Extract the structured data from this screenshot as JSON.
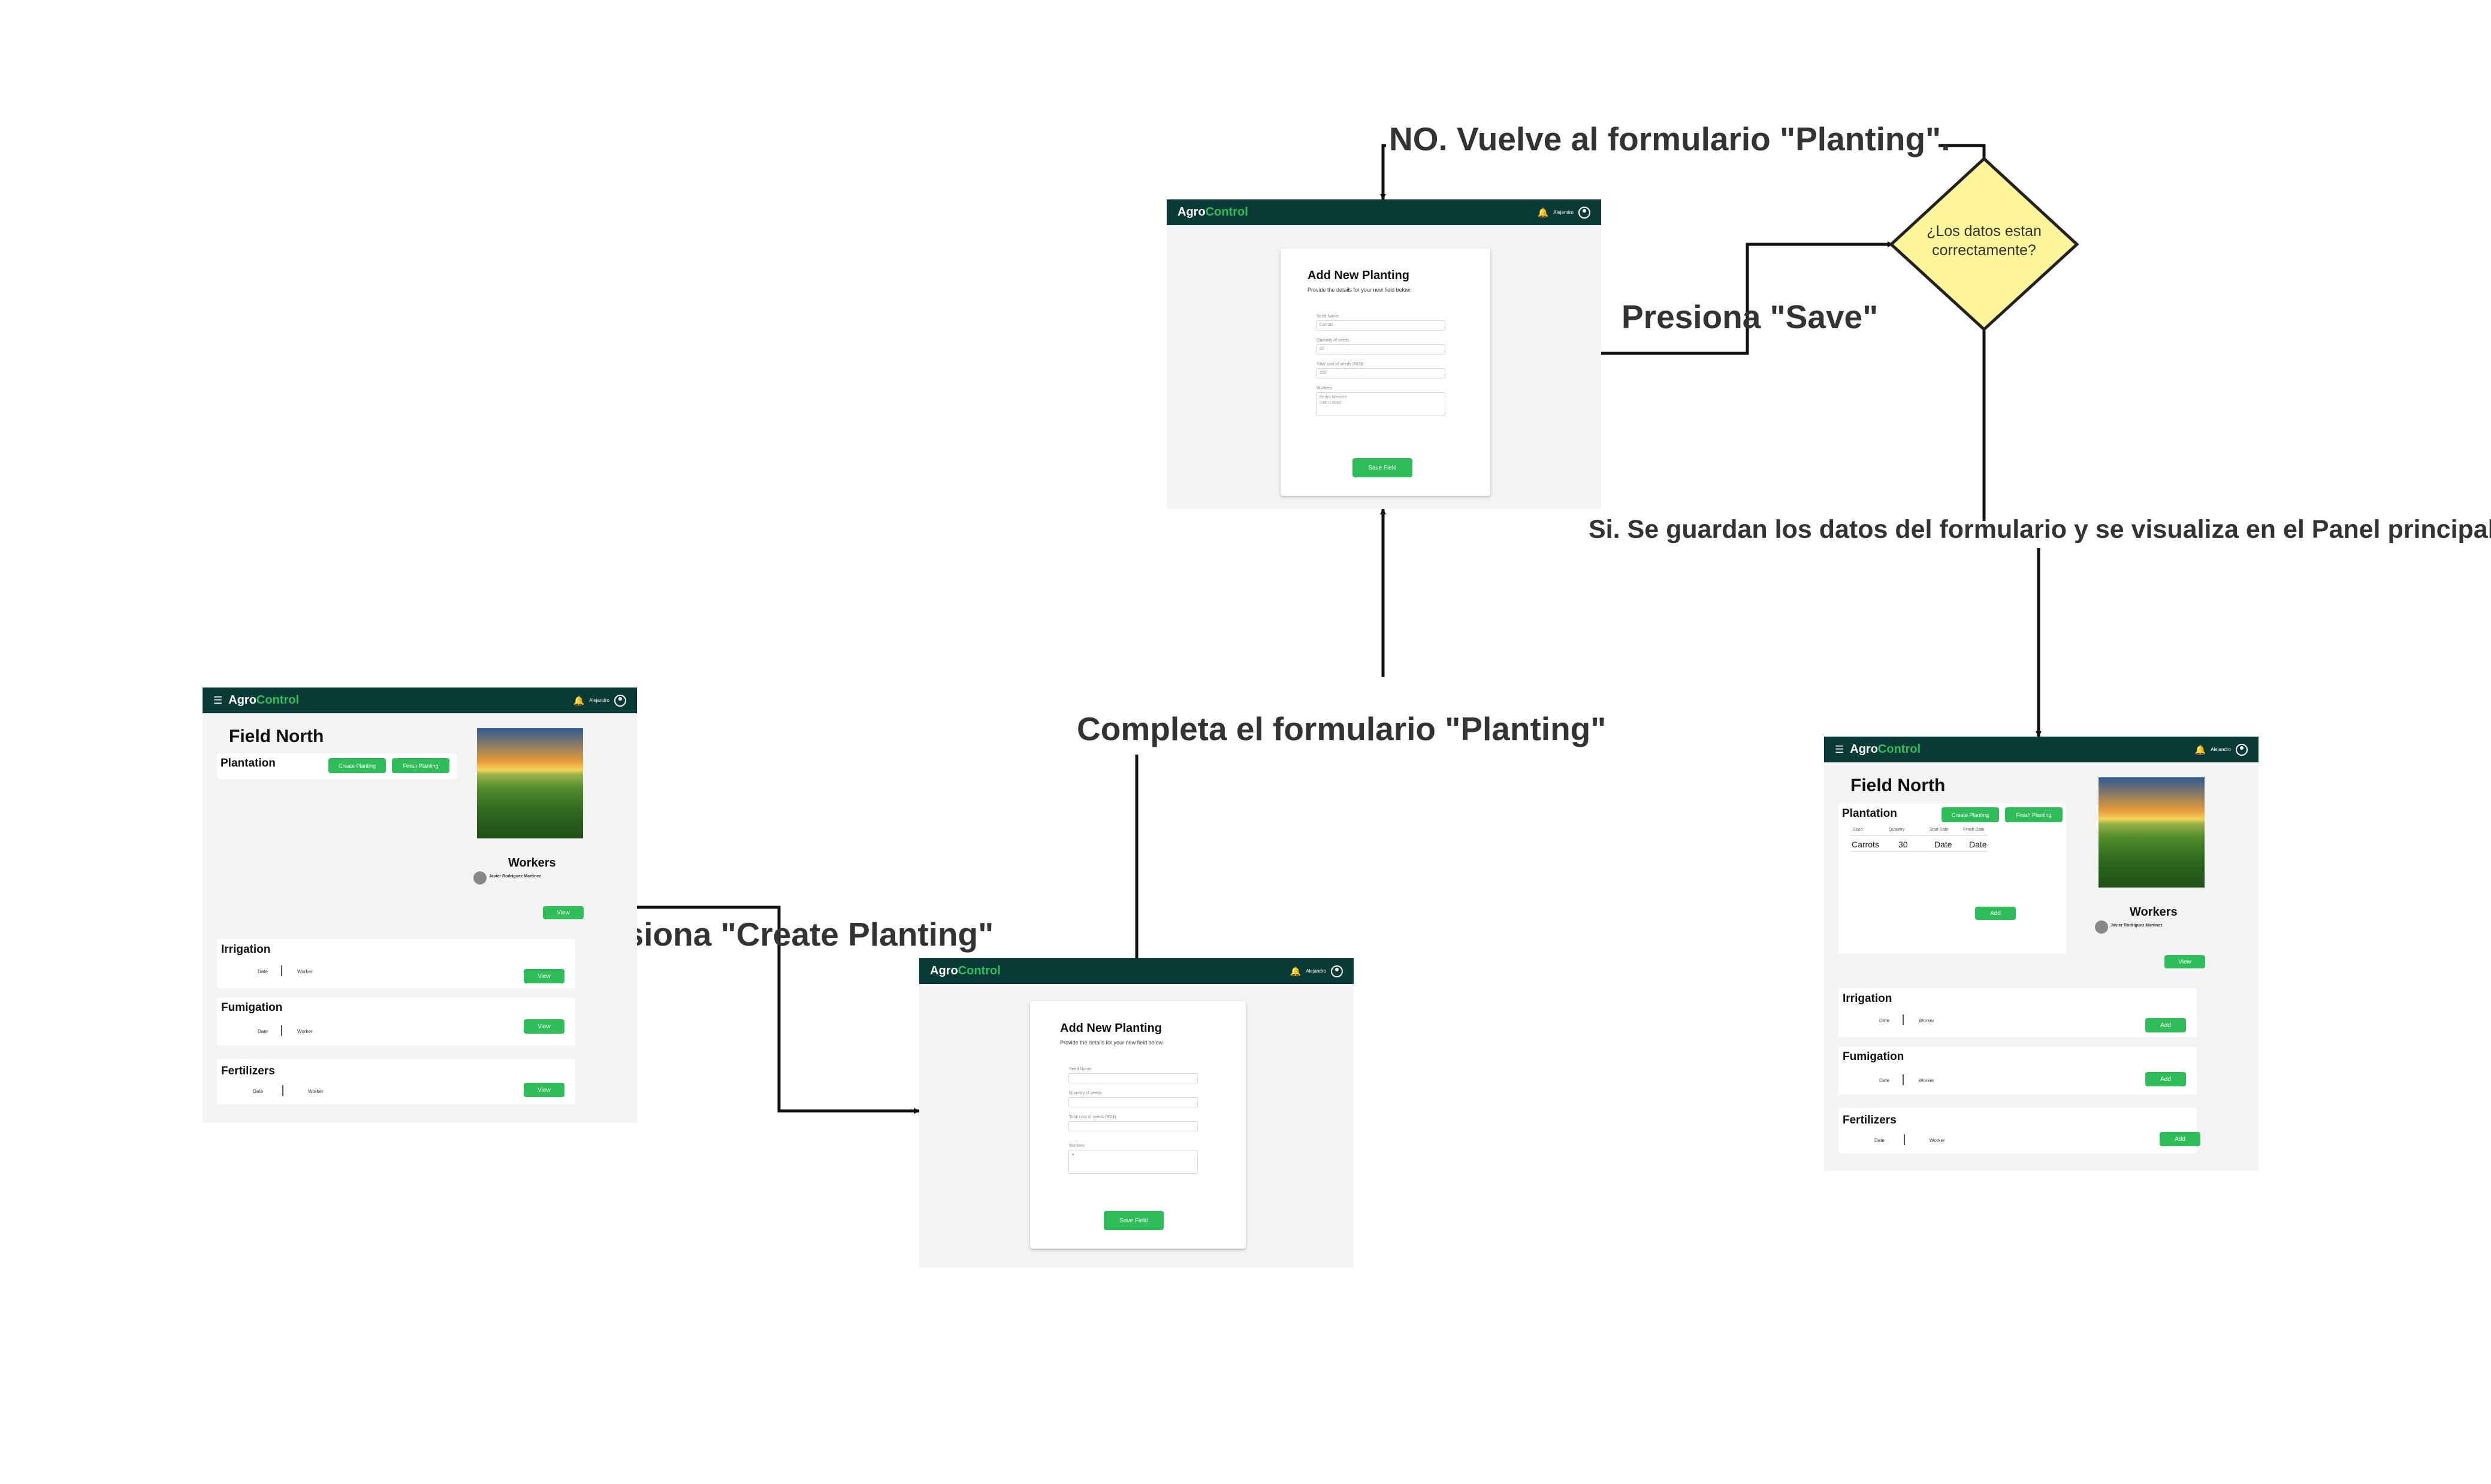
{
  "labels": {
    "no_return": "NO. Vuelve al formulario \"Planting\".",
    "press_save": "Presiona \"Save\"",
    "yes_saved": "Si. Se guardan los datos del formulario y se visualiza en el Panel principal",
    "complete_form": "Completa el formulario  \"Planting\"",
    "press_create": "Presiona \"Create Planting\""
  },
  "decision": {
    "line1": "¿Los datos estan",
    "line2": "correctamente?"
  },
  "brand": {
    "part1": "Agro",
    "part2": "Control"
  },
  "user": {
    "name": "Alejandro"
  },
  "dashboard": {
    "title": "Field North",
    "plantation": "Plantation",
    "create_btn": "Create Planting",
    "finish_btn": "Finish Planting",
    "workers_title": "Workers",
    "worker_name": "Javier Rodriguez Martinez",
    "view": "View",
    "add": "Add",
    "irrigation": "Irrigation",
    "fumigation": "Fumigation",
    "fertilizers": "Fertilizers",
    "date": "Date",
    "worker": "Worker",
    "worker_small": "Worker",
    "table_headers": [
      "Seed",
      "Quantity",
      "Start Date",
      "Finish Date"
    ],
    "table_row": [
      "Carrots",
      "30",
      "Date",
      "Date"
    ]
  },
  "form": {
    "title": "Add New Planting",
    "subtitle": "Provide the details for your new field below.",
    "seed_label": "Seed Name",
    "qty_label": "Quantity of seeds",
    "cost_label": "Total cost of seeds (RD$)",
    "workers_label": "Workers",
    "save_btn": "Save Field",
    "filled_seed": "Carrots",
    "filled_qty": "30",
    "filled_cost": "350",
    "filled_workers": "Pedro Mendez\nJuan López",
    "workers_caret": "▾"
  },
  "colors": {
    "nav": "#0a3a35",
    "accent": "#2ebd59",
    "decision_fill": "#fff59a"
  }
}
